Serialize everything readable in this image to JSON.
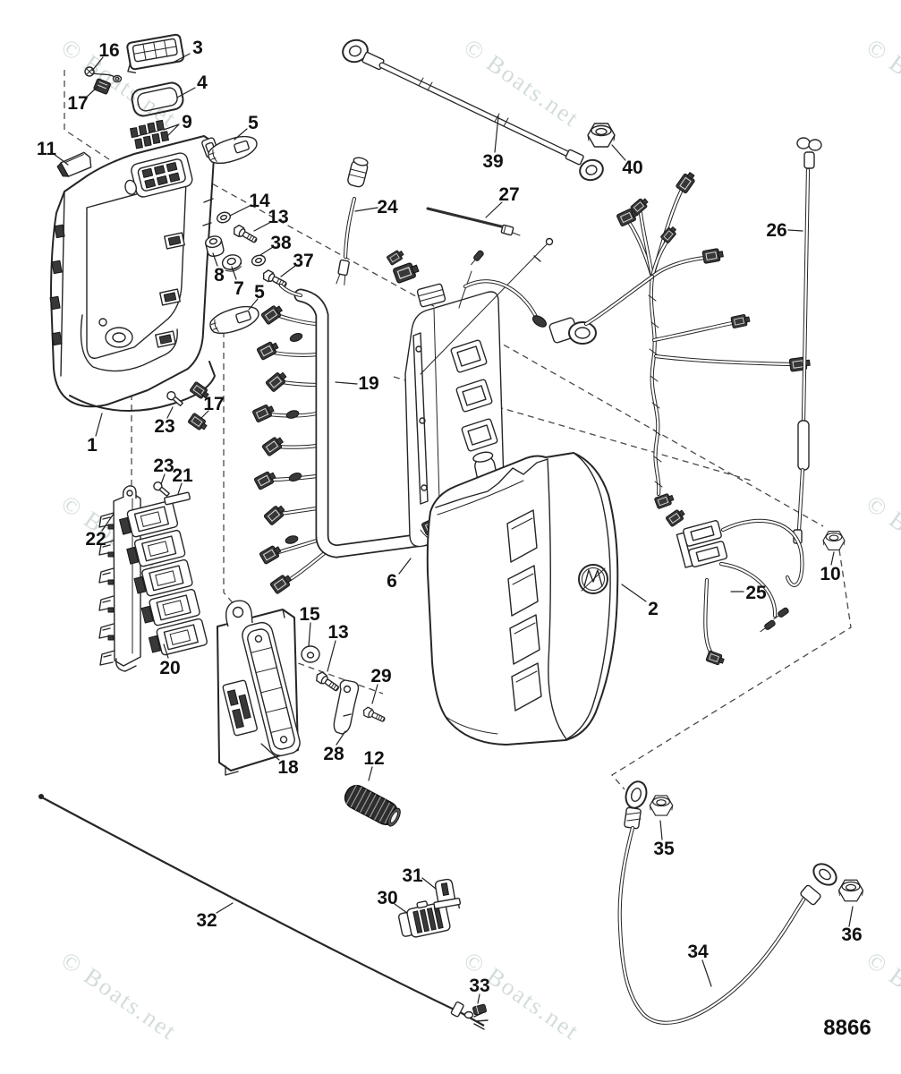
{
  "diagram_type": "exploded-parts-line-drawing",
  "drawing_number": "8866",
  "watermark": {
    "text": "© Boats.net",
    "color": "#cbd8d3"
  },
  "colors": {
    "background": "#ffffff",
    "line": "#262626",
    "label": "#111111",
    "connector_fill": "#383838"
  },
  "callouts": [
    "16",
    "3",
    "4",
    "17",
    "9",
    "5",
    "11",
    "14",
    "13",
    "38",
    "37",
    "8",
    "7",
    "5",
    "39",
    "40",
    "27",
    "24",
    "26",
    "19",
    "1",
    "23",
    "17",
    "23",
    "21",
    "22",
    "20",
    "6",
    "2",
    "25",
    "10",
    "15",
    "13",
    "29",
    "28",
    "18",
    "12",
    "31",
    "30",
    "33",
    "32",
    "34",
    "35",
    "36"
  ]
}
